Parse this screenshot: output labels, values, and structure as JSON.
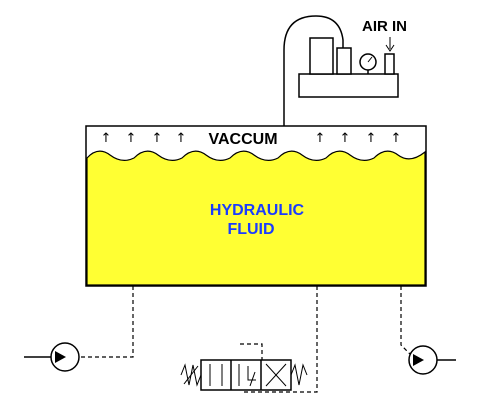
{
  "labels": {
    "air_in": "AIR IN",
    "vacuum": "VACCUM",
    "fluid_line1": "HYDRAULIC",
    "fluid_line2": "FLUID"
  },
  "vacuum_arrows": [
    "↑",
    "↑",
    "↑",
    "↑",
    "↑",
    "↑",
    "↑",
    "↑"
  ],
  "colors": {
    "fluid": "#ffff33",
    "fluid_text": "#1a3cff",
    "line": "#000000"
  }
}
